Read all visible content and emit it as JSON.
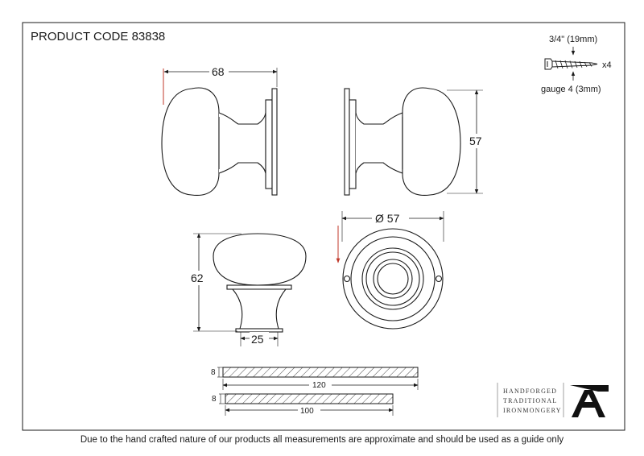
{
  "product_code": "PRODUCT CODE 83838",
  "screw": {
    "length": "3/4\" (19mm)",
    "quantity": "x4",
    "gauge": "gauge 4 (3mm)"
  },
  "dimensions": {
    "side_depth": "68",
    "side_height": "57",
    "front_height": "62",
    "neck_width": "25",
    "rose_diameter": "Ø 57",
    "spindle_long_thickness": "8",
    "spindle_long_length": "120",
    "spindle_short_thickness": "8",
    "spindle_short_length": "100"
  },
  "brand": {
    "line1": "HANDFORGED",
    "line2": "TRADITIONAL",
    "line3": "IRONMONGERY",
    "logo": "anvil-a-logo"
  },
  "colors": {
    "line": "#1a1a1a",
    "accent_red": "#c0392b"
  },
  "disclaimer": "Due to the hand crafted nature of our products all measurements are approximate and should be used as a guide only"
}
